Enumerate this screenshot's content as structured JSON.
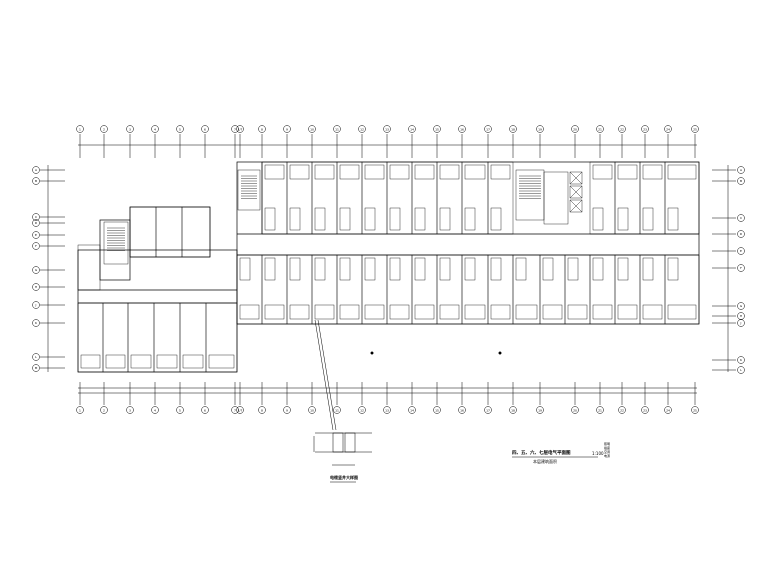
{
  "drawing": {
    "title": "四、五、六、七层电气平面图",
    "scale_label": "1:100",
    "subtitle": "本层建筑面积",
    "detail_title": "电缆竖井大样图",
    "top_axes": [
      "1",
      "2",
      "3",
      "4",
      "5",
      "6",
      "7",
      "1/7",
      "8",
      "9",
      "10",
      "11",
      "12",
      "13",
      "14",
      "15",
      "16",
      "17",
      "18",
      "19",
      "20",
      "21",
      "22",
      "23",
      "24",
      "25"
    ],
    "left_axes": [
      "A",
      "B",
      "C",
      "D",
      "E",
      "F",
      "G",
      "H",
      "J",
      "K",
      "L",
      "M"
    ],
    "right_axes": [
      "A",
      "B",
      "C",
      "D",
      "E",
      "F",
      "G",
      "H",
      "J",
      "K",
      "L"
    ],
    "legend": [
      "照明",
      "插座",
      "空调",
      "电源"
    ]
  },
  "colors": {
    "line": "#000000",
    "background": "#ffffff"
  }
}
